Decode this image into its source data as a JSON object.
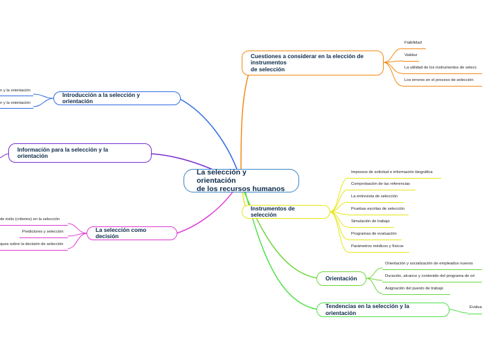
{
  "central": {
    "title_line1": "La selección y orientación",
    "title_line2": "de los recursos humanos"
  },
  "branches": {
    "cuestiones": {
      "title_line1": "Cuestiones a considerar en la elección de",
      "title_line2": "instrumentos",
      "title_line3": "de selección",
      "color": "#f28a13",
      "items": [
        "Fiabilidad",
        "Validez",
        "La utilidad de los instrumentos de selecc",
        "Los errores en el proceso de selección"
      ]
    },
    "instrumentos": {
      "title": "Instrumentos de selección",
      "color": "#e6e619",
      "items": [
        "Impresos de solicitud e información biográfica",
        "Comprobación de las referencias",
        "La entrevista de selección",
        "Pruebas escritas de selección",
        "Simulación de trabajo",
        "Programas de evaluación",
        "Parámetros médicos y físicos"
      ]
    },
    "orientacion": {
      "title": "Orientación",
      "color": "#6fd63a",
      "items": [
        "Orientación y socialización de empleados nuevos",
        "Duración, alcance y contenido del programa de ori",
        "Asignación del puesto de trabajo"
      ]
    },
    "tendencias": {
      "title": "Tendencias en la selección y la orientación",
      "color": "#4fe04a",
      "items": [
        "Evalua"
      ]
    },
    "introduccion": {
      "title": "Introducción a la selección y orientación",
      "color": "#2f6be0",
      "items": [
        "n y la orientación",
        "n y la orientación"
      ]
    },
    "informacion": {
      "title_line1": "Información para la selección y la",
      "title_line2": "orientación",
      "color": "#7a2fd0"
    },
    "decision": {
      "title": "La selección como decisión",
      "color": "#e03ad2",
      "items": [
        "de éxito (criterios) en la selección",
        "Predictores y selección",
        "ques sobre la decisión de selección"
      ]
    }
  }
}
